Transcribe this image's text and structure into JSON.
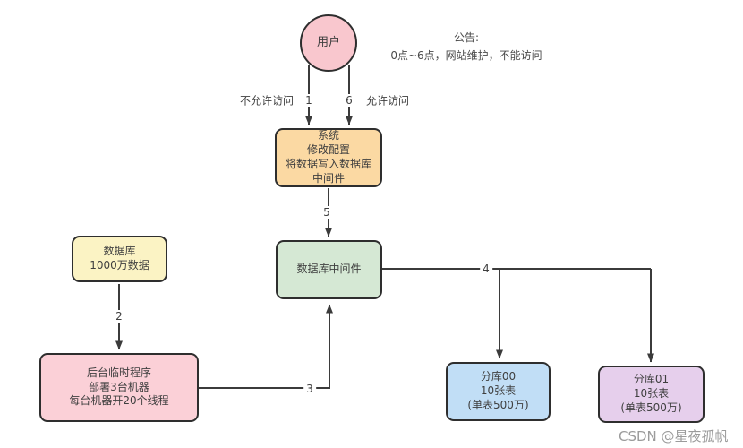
{
  "diagram": {
    "user": {
      "label": "用户"
    },
    "announcement": {
      "line1": "公告:",
      "line2": "0点~6点，网站维护，不能访问"
    },
    "system": {
      "lines": [
        "系统",
        "修改配置",
        "将数据写入数据库",
        "中间件"
      ]
    },
    "middleware": {
      "label": "数据库中间件"
    },
    "database": {
      "lines": [
        "数据库",
        "1000万数据"
      ]
    },
    "backend": {
      "lines": [
        "后台临时程序",
        "部署3台机器",
        "每台机器开20个线程"
      ]
    },
    "shard00": {
      "lines": [
        "分库00",
        "10张表",
        "(单表500万)"
      ]
    },
    "shard01": {
      "lines": [
        "分库01",
        "10张表",
        "(单表500万)"
      ]
    },
    "edges": {
      "deny_label": "不允许访问",
      "allow_label": "允许访问",
      "step1": "1",
      "step2": "2",
      "step3": "3",
      "step4": "4",
      "step5": "5",
      "step6": "6"
    },
    "colors": {
      "node_border": "#2e2e2e",
      "line": "#3b3b3b",
      "text": "#3f3f3f",
      "user_fill": "#f9c7ce",
      "system_fill": "#fbd9a3",
      "middleware_fill": "#d5e8d4",
      "database_fill": "#fbf3c4",
      "backend_fill": "#fbd0d7",
      "shard00_fill": "#c1def6",
      "shard01_fill": "#e6cfec",
      "watermark_color": "#9b9b9b"
    },
    "watermark": "CSDN @星夜孤帆"
  }
}
